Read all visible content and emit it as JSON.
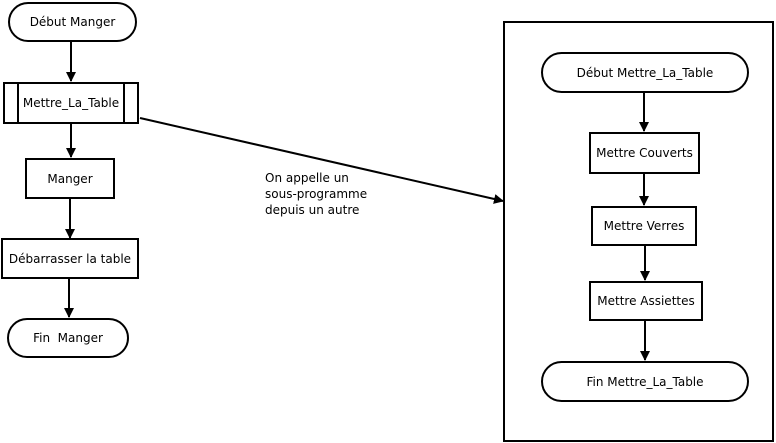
{
  "main_flow": {
    "start": "Début Manger",
    "subroutine_call": "Mettre_La_Table",
    "step_eat": "Manger",
    "step_clear": "Débarrasser la table",
    "end": "Fin  Manger"
  },
  "note": {
    "lines": [
      "On appelle un",
      "sous-programme",
      "depuis un autre"
    ]
  },
  "subroutine": {
    "start": "Début Mettre_La_Table",
    "step_cutlery": "Mettre Couverts",
    "step_glasses": "Mettre Verres",
    "step_plates": "Mettre Assiettes",
    "end": "Fin Mettre_La_Table"
  }
}
